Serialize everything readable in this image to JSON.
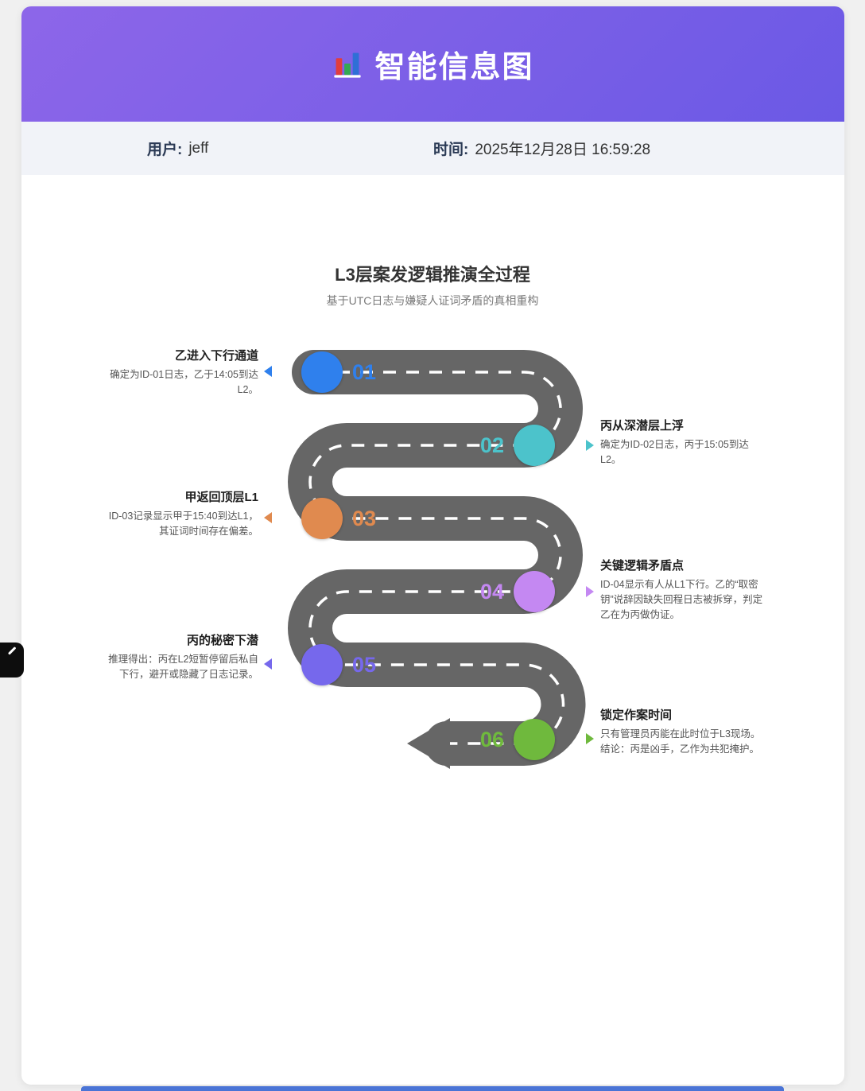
{
  "header": {
    "title": "智能信息图",
    "icon": "bar-chart-icon"
  },
  "meta": {
    "user_label": "用户:",
    "user_value": "jeff",
    "time_label": "时间:",
    "time_value": "2025年12月28日 16:59:28"
  },
  "infographic": {
    "title": "L3层案发逻辑推演全过程",
    "subtitle": "基于UTC日志与嫌疑人证词矛盾的真相重构",
    "road": {
      "color": "#666666",
      "dash_color": "#ffffff"
    },
    "milestones": [
      {
        "number": "01",
        "side": "left",
        "color": "#2f80ed",
        "heading": "乙进入下行通道",
        "body": "确定为ID-01日志，乙于14:05到达L2。"
      },
      {
        "number": "02",
        "side": "right",
        "color": "#4cc3cb",
        "heading": "丙从深潜层上浮",
        "body": "确定为ID-02日志，丙于15:05到达L2。"
      },
      {
        "number": "03",
        "side": "left",
        "color": "#e08a4f",
        "heading": "甲返回顶层L1",
        "body": "ID-03记录显示甲于15:40到达L1，其证词时间存在偏差。"
      },
      {
        "number": "04",
        "side": "right",
        "color": "#c488f2",
        "heading": "关键逻辑矛盾点",
        "body": "ID-04显示有人从L1下行。乙的“取密钥”说辞因缺失回程日志被拆穿，判定乙在为丙做伪证。"
      },
      {
        "number": "05",
        "side": "left",
        "color": "#7668ec",
        "heading": "丙的秘密下潜",
        "body": "推理得出：丙在L2短暂停留后私自下行，避开或隐藏了日志记录。"
      },
      {
        "number": "06",
        "side": "right",
        "color": "#6fb93d",
        "heading": "锁定作案时间",
        "body": "只有管理员丙能在此时位于L3现场。结论：丙是凶手，乙作为共犯掩护。"
      }
    ]
  },
  "theme": {
    "header_gradient_start": "#8d66e9",
    "header_gradient_end": "#6b59e5",
    "footer_bar_color": "#4a74d6",
    "page_background": "#f0f0f0"
  }
}
